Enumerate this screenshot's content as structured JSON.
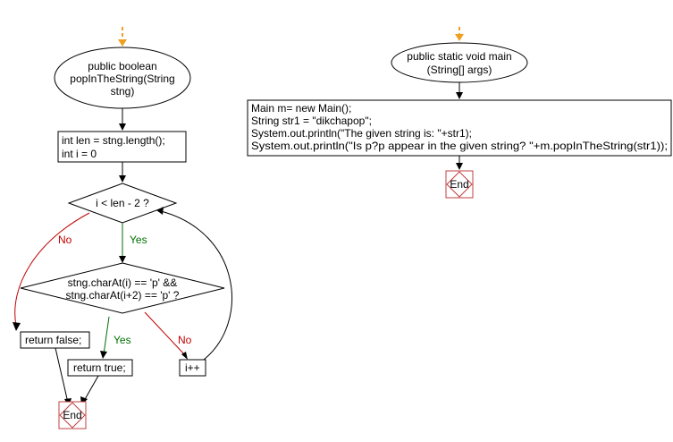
{
  "left_flow": {
    "start_line1": "public boolean",
    "start_line2": "popInTheString(String",
    "start_line3": "stng)",
    "init_line1": "int len = stng.length();",
    "init_line2": "int i = 0",
    "loop_condition": "i < len - 2 ?",
    "loop_no": "No",
    "loop_yes": "Yes",
    "check_line1": "stng.charAt(i) == 'p' &&",
    "check_line2": "stng.charAt(i+2) == 'p' ?",
    "check_yes": "Yes",
    "check_no": "No",
    "return_false": "return false;",
    "return_true": "return true;",
    "increment": "i++",
    "end": "End"
  },
  "right_flow": {
    "start_line1": "public static void main",
    "start_line2": "(String[] args)",
    "code_line1": "Main m= new Main();",
    "code_line2": "String str1 = \"dikchapop\";",
    "code_line3": "System.out.println(\"The given string is: \"+str1);",
    "code_line4": "System.out.println(\"Is p?p appear in the given string? \"+m.popInTheString(str1));",
    "end": "End"
  },
  "colors": {
    "entry_arrow": "#f0a020",
    "no_branch": "#c00000",
    "yes_branch": "#007000",
    "end_box": "#c04040",
    "stroke": "#000000"
  }
}
